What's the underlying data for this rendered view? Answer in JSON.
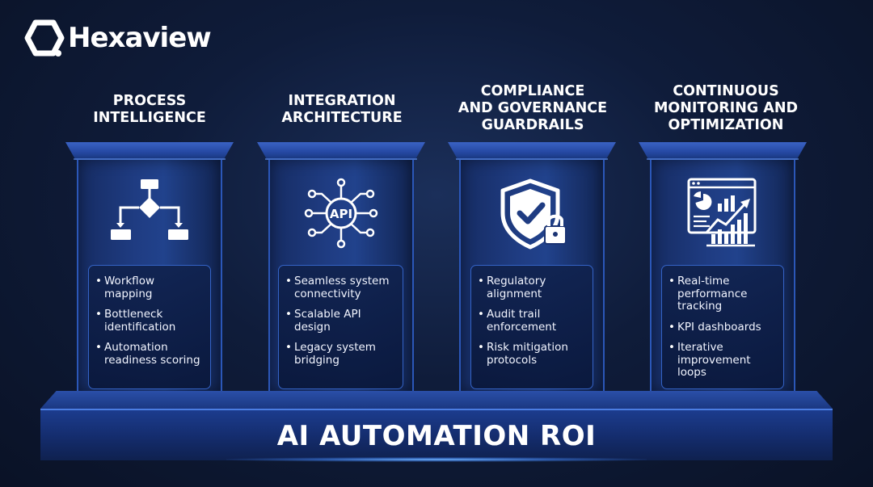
{
  "brand": {
    "name": "Hexaview"
  },
  "pillars": [
    {
      "title": "PROCESS\nINTELLIGENCE",
      "icon": "flowchart-icon",
      "items": [
        "Workflow mapping",
        "Bottleneck identification",
        "Automation readiness scoring"
      ]
    },
    {
      "title": "INTEGRATION\nARCHITECTURE",
      "icon": "api-hub-icon",
      "icon_text": "API",
      "items": [
        "Seamless system connectivity",
        "Scalable API design",
        "Legacy system bridging"
      ]
    },
    {
      "title": "COMPLIANCE\nAND GOVERNANCE\nGUARDRAILS",
      "icon": "shield-lock-icon",
      "items": [
        "Regulatory alignment",
        "Audit trail enforcement",
        "Risk mitigation protocols"
      ]
    },
    {
      "title": "CONTINUOUS\nMONITORING AND\nOPTIMIZATION",
      "icon": "dashboard-chart-icon",
      "items": [
        "Real-time performance tracking",
        "KPI dashboards",
        "Iterative improvement loops"
      ]
    }
  ],
  "platform": {
    "title": "AI AUTOMATION ROI"
  },
  "colors": {
    "background": "#0f1c3a",
    "pillar": "#1f3c82",
    "accent": "#3463c6",
    "text": "#ffffff"
  }
}
